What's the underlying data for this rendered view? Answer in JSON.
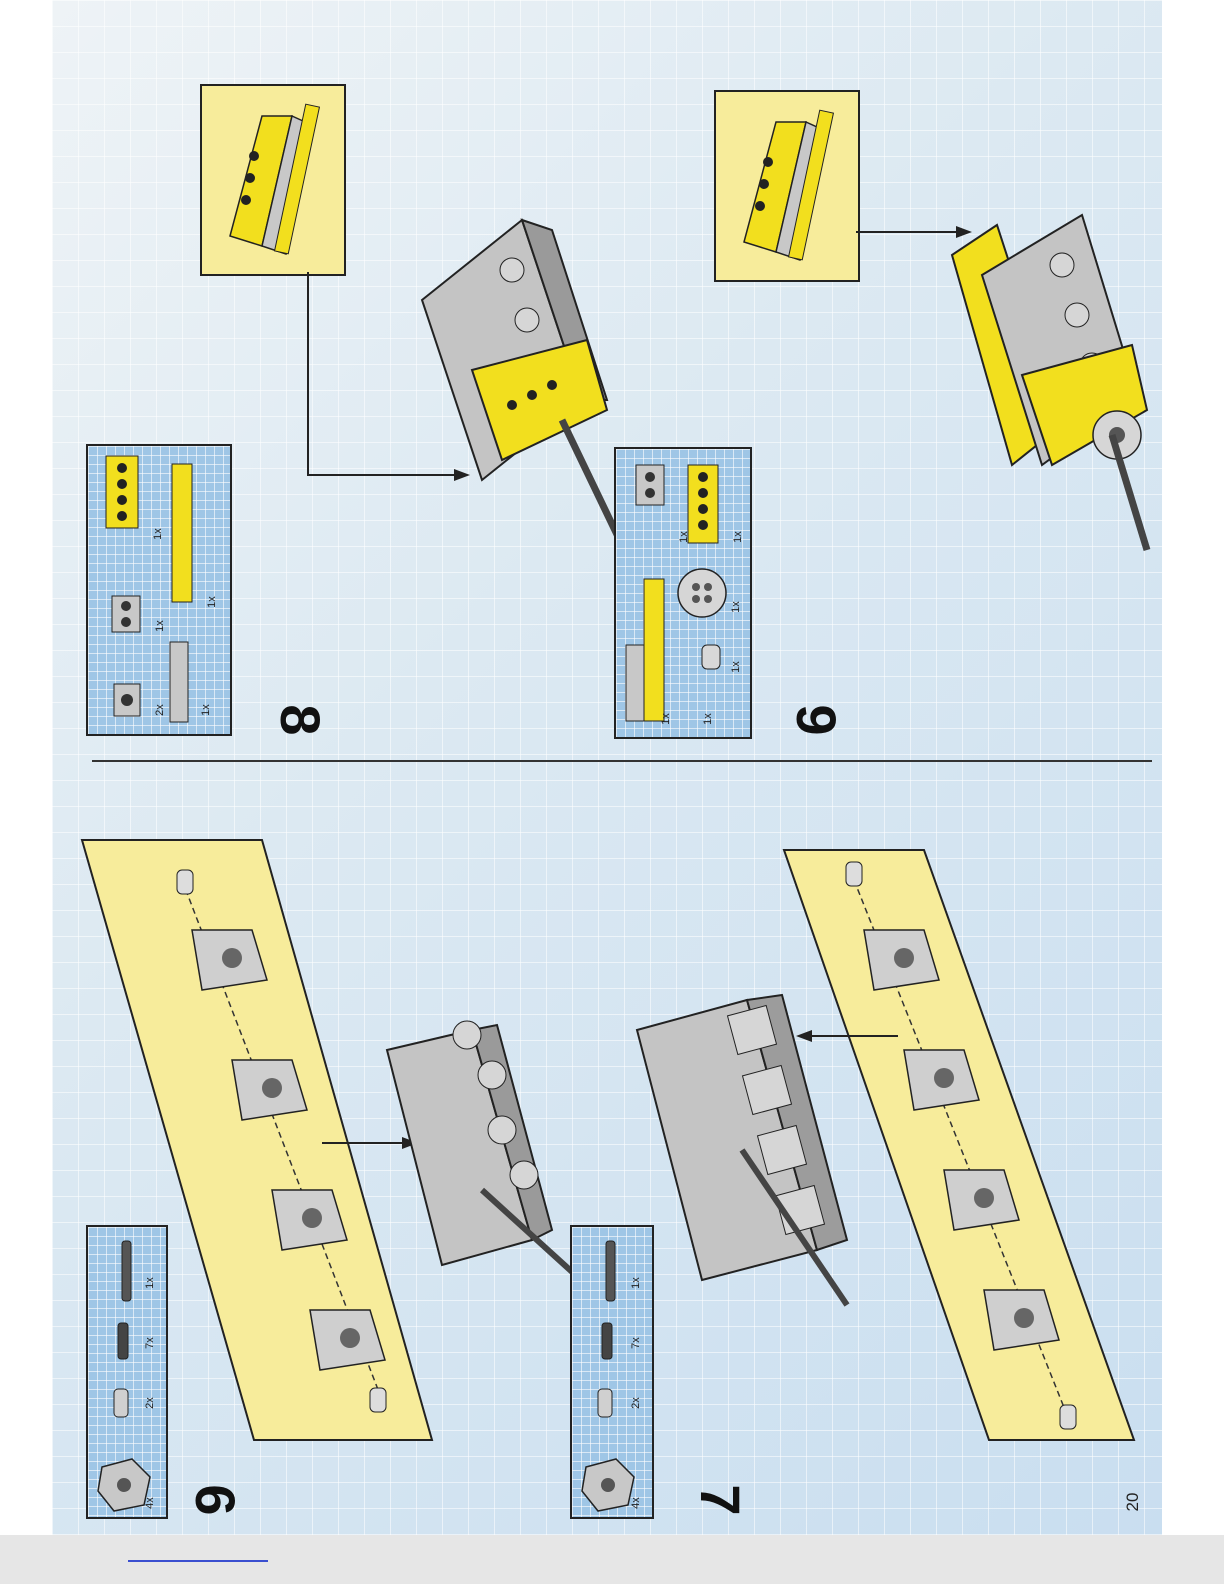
{
  "page_number": "20",
  "steps": [
    {
      "number": "6",
      "parts": [
        "4x",
        "2x",
        "7x",
        "1x"
      ]
    },
    {
      "number": "7",
      "parts": [
        "4x",
        "2x",
        "7x",
        "1x"
      ]
    },
    {
      "number": "8",
      "parts": [
        "2x",
        "1x",
        "1x",
        "1x",
        "1x"
      ]
    },
    {
      "number": "9",
      "parts": [
        "1x",
        "1x",
        "1x",
        "1x",
        "1x",
        "1x"
      ]
    }
  ],
  "colors": {
    "yellow": "#f2df1e",
    "callout": "#f7ec9b",
    "grey": "#c8c8c8",
    "background": "#d6e6f1"
  }
}
